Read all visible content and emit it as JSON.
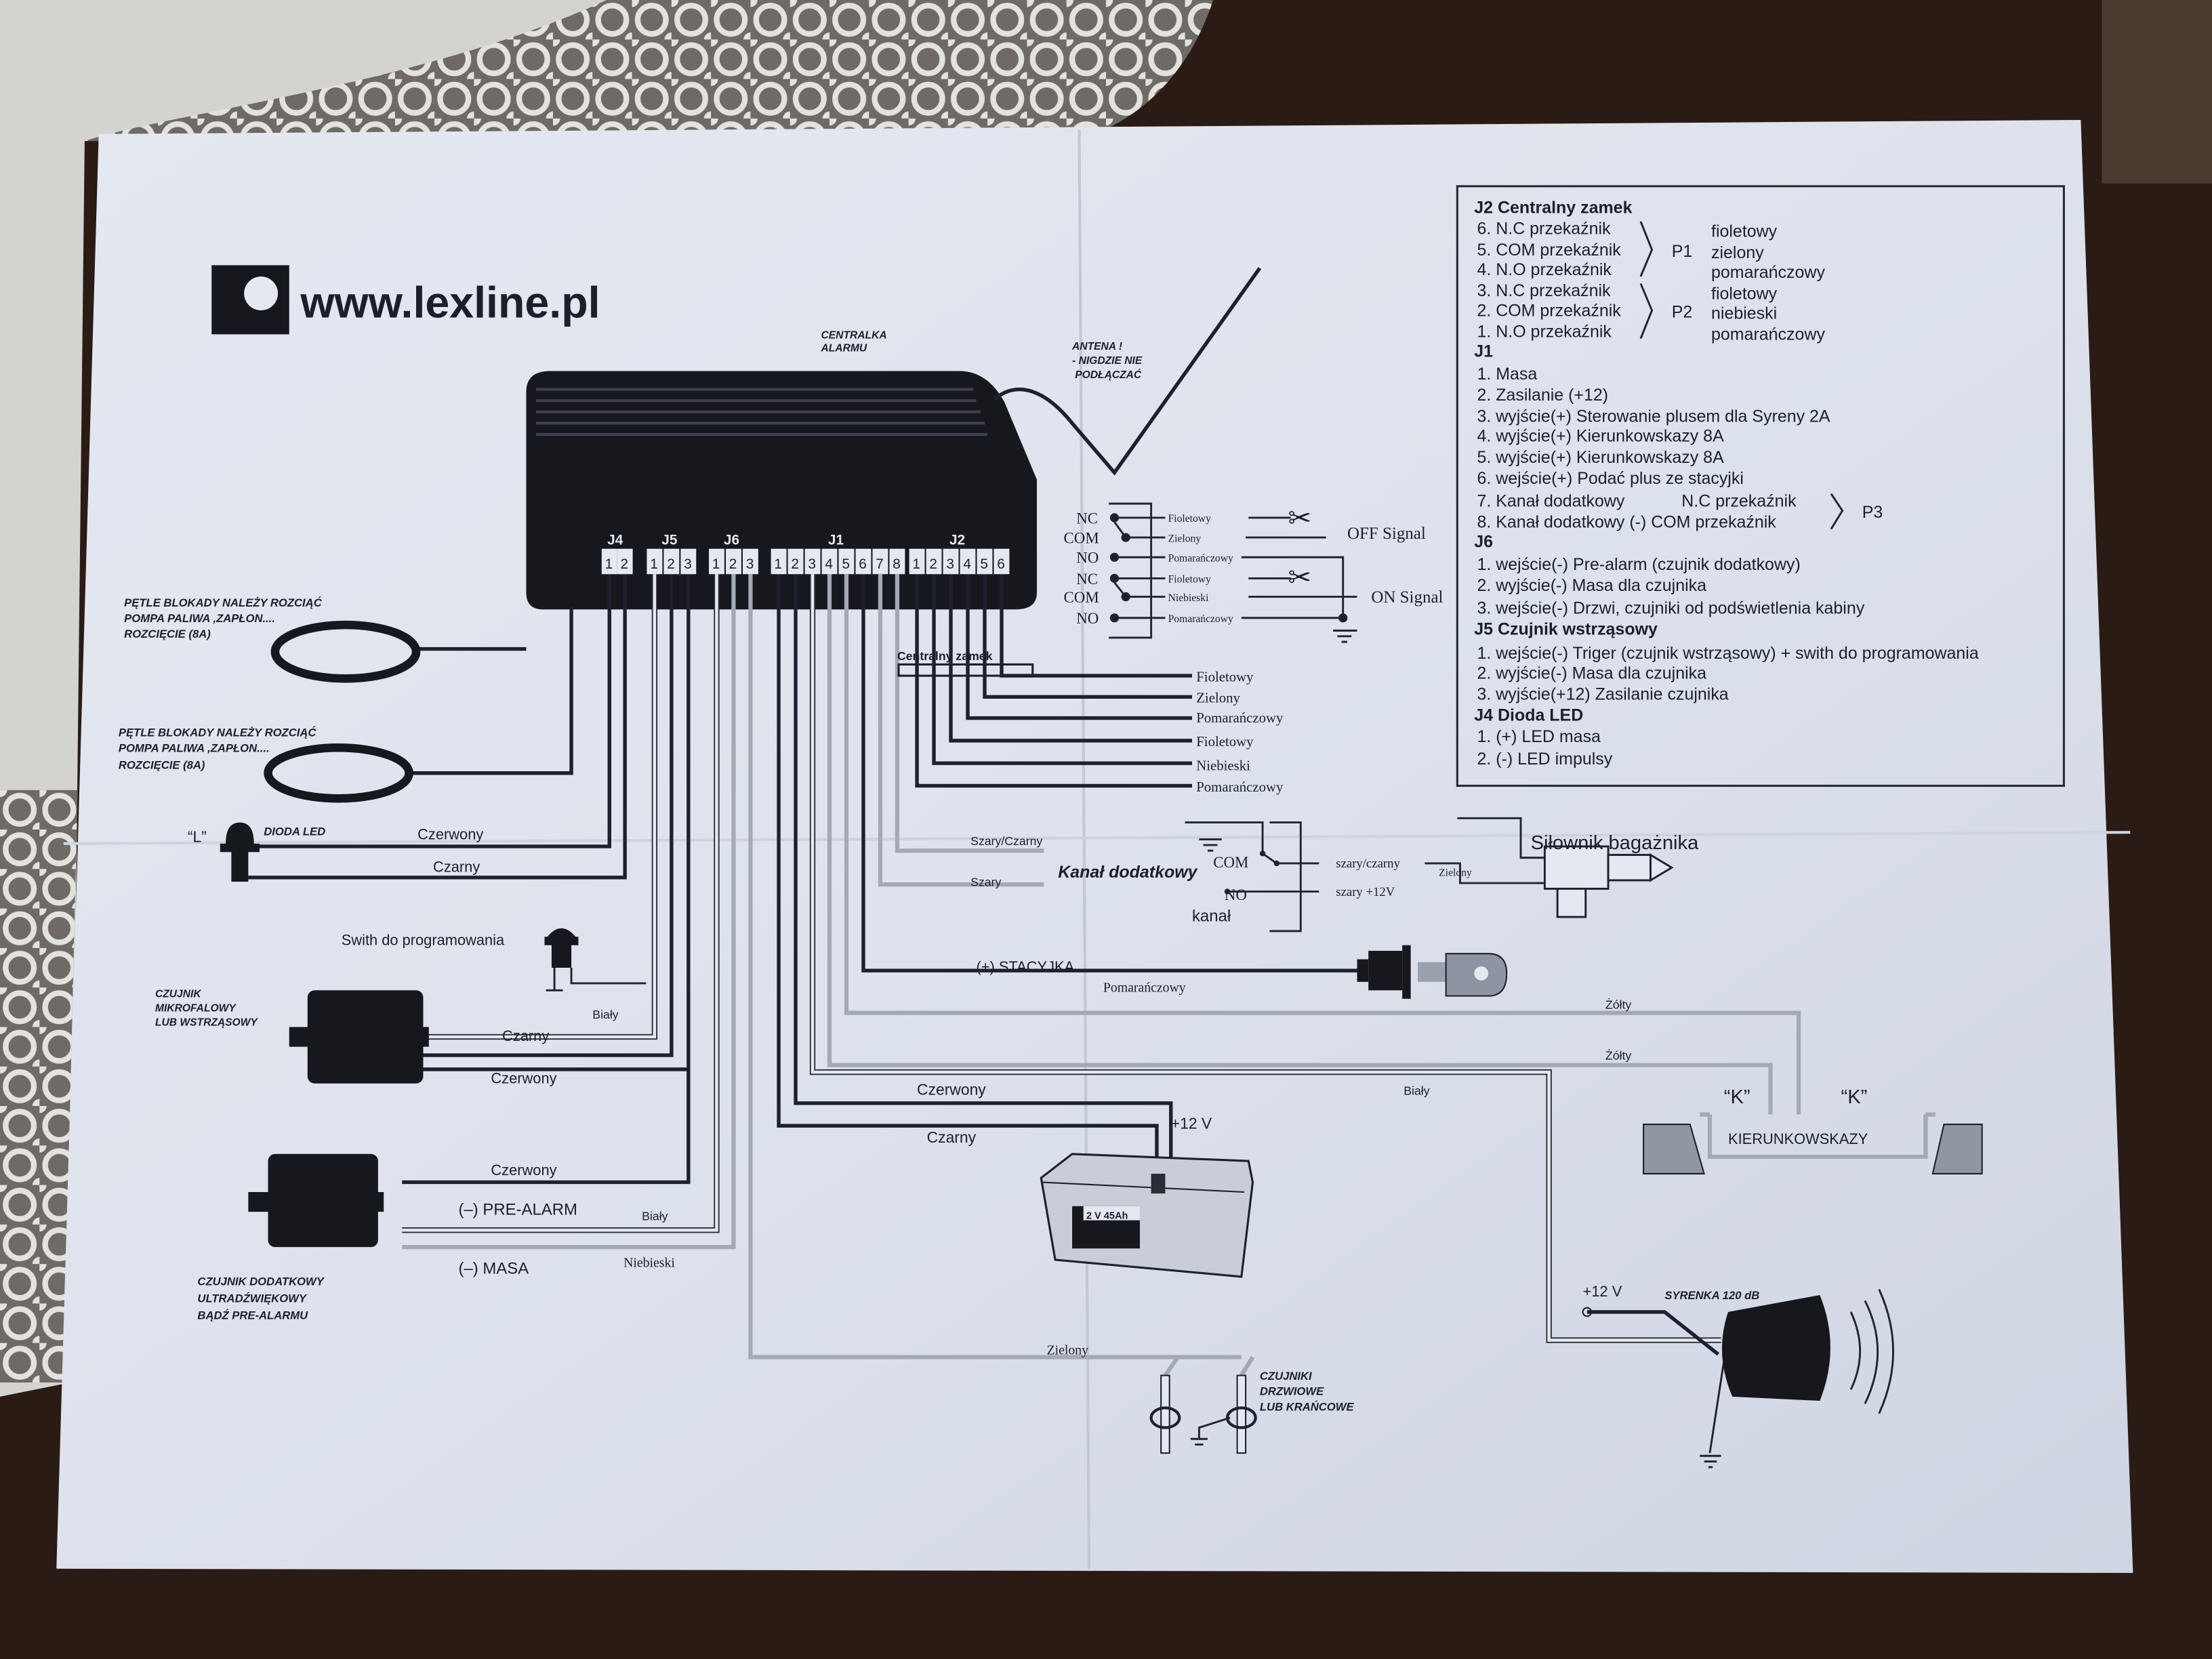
{
  "logo": {
    "text": "www.lexline.pl"
  },
  "unit": {
    "label": [
      "CENTRALKA",
      "ALARMU"
    ]
  },
  "antenna": {
    "label": [
      "ANTENA !",
      "- NIGDZIE NIE",
      "PODŁĄCZAĆ"
    ]
  },
  "connectors": {
    "J4": {
      "name": "J4",
      "pins": [
        "1",
        "2"
      ]
    },
    "J5": {
      "name": "J5",
      "pins": [
        "1",
        "2",
        "3"
      ]
    },
    "J6": {
      "name": "J6",
      "pins": [
        "1",
        "2",
        "3"
      ]
    },
    "J1": {
      "name": "J1",
      "pins": [
        "1",
        "2",
        "3",
        "4",
        "5",
        "6",
        "7",
        "8"
      ]
    },
    "J2": {
      "name": "J2",
      "pins": [
        "1",
        "2",
        "3",
        "4",
        "5",
        "6"
      ]
    }
  },
  "loops": [
    {
      "lines": [
        "PĘTLE BLOKADY NALEŻY ROZCIĄĆ",
        "POMPA PALIWA ,ZAPŁON....",
        "ROZCIĘCIE (8A)"
      ]
    },
    {
      "lines": [
        "PĘTLE BLOKADY NALEŻY ROZCIĄĆ",
        "POMPA PALIWA ,ZAPŁON....",
        "ROZCIĘCIE (8A)"
      ]
    }
  ],
  "relay": {
    "contacts": [
      "NC",
      "COM",
      "NO",
      "NC",
      "COM",
      "NO"
    ],
    "wires": [
      "Fioletowy",
      "Zielony",
      "Pomarańczowy",
      "Fioletowy",
      "Niebieski",
      "Pomarańczowy"
    ],
    "off_signal": "OFF Signal",
    "on_signal": "ON Signal"
  },
  "central_lock": {
    "label": "Centralny zamek",
    "wires": [
      "Fioletowy",
      "Zielony",
      "Pomarańczowy",
      "Fioletowy",
      "Niebieski",
      "Pomarańczowy"
    ]
  },
  "led": {
    "mark": "“L”",
    "label": "DIODA  LED",
    "wire_red": "Czerwony",
    "wire_black": "Czarny"
  },
  "prog_switch": {
    "label": "Swith do programowania"
  },
  "sensor_shock": {
    "label": [
      "CZUJNIK",
      "MIKROFALOWY",
      "LUB WSTRZĄSOWY"
    ],
    "wire_white": "Biały",
    "wire_black": "Czarny",
    "wire_red": "Czerwony"
  },
  "sensor_extra": {
    "label": [
      "CZUJNIK DODATKOWY",
      "ULTRADŹWIĘKOWY",
      "BĄDŹ PRE-ALARMU"
    ],
    "wire_red": "Czerwony",
    "prealarm": "(–) PRE-ALARM",
    "wire_white": "Biały",
    "masa": "(–) MASA",
    "wire_blue": "Niebieski"
  },
  "aux_channel": {
    "wire_grey_black": "Szary/Czarny",
    "wire_grey": "Szary",
    "title": "Kanał dodatkowy",
    "com": "COM",
    "no": "NO",
    "kanal": "kanał",
    "out_grey_black": "szary/czarny",
    "out_grey_12v": "szary +12V",
    "wire_green": "Zielony",
    "actuator": "Siłownik bagażnika"
  },
  "ignition": {
    "label": "(+) STACYJKA",
    "wire": "Pomarańczowy"
  },
  "indicators": {
    "wire1": "Żółty",
    "wire2": "Żółty",
    "k_left": "“K”",
    "k_right": "“K”",
    "label": "KIERUNKOWSKAZY"
  },
  "siren_wire": {
    "label": "Biały"
  },
  "battery": {
    "wire_red": "Czerwony",
    "wire_black": "Czarny",
    "plus": "+12 V",
    "badge": "2 V 45Ah"
  },
  "siren": {
    "plus": "+12 V",
    "label": "SYRENKA 120 dB"
  },
  "doors": {
    "wire": "Zielony",
    "label": [
      "CZUJNIKI",
      "DRZWIOWE",
      "LUB KRAŃCOWE"
    ]
  },
  "legend": {
    "rows": [
      {
        "text": "J2 Centralny zamek",
        "bold": true
      },
      {
        "text": "6. N.C przekaźnik",
        "color": "fioletowy"
      },
      {
        "text": "5. COM przekaźnik",
        "color": "zielony"
      },
      {
        "text": "4. N.O przekaźnik",
        "color": "pomarańczowy"
      },
      {
        "text": "3. N.C przekaźnik",
        "color": "fioletowy"
      },
      {
        "text": "2. COM przekaźnik",
        "color": "niebieski"
      },
      {
        "text": "1. N.O przekaźnik",
        "color": "pomarańczowy"
      },
      {
        "text": "J1",
        "bold": true
      },
      {
        "text": "1. Masa"
      },
      {
        "text": "2. Zasilanie (+12)"
      },
      {
        "text": "3. wyjście(+) Sterowanie plusem dla Syreny 2A"
      },
      {
        "text": "4. wyjście(+) Kierunkowskazy 8A"
      },
      {
        "text": "5. wyjście(+) Kierunkowskazy 8A"
      },
      {
        "text": "6. wejście(+) Podać plus  ze stacyjki"
      },
      {
        "text": "7. Kanał dodatkowy",
        "extra": "N.C przekaźnik"
      },
      {
        "text": "8. Kanał dodatkowy (-) COM przekaźnik"
      },
      {
        "text": "J6",
        "bold": true
      },
      {
        "text": "1. wejście(-) Pre-alarm (czujnik dodatkowy)"
      },
      {
        "text": "2. wyjście(-) Masa dla czujnika"
      },
      {
        "text": "3. wejście(-) Drzwi, czujniki od podświetlenia kabiny"
      },
      {
        "text": "J5 Czujnik wstrząsowy",
        "bold": true
      },
      {
        "text": "1. wejście(-) Triger (czujnik wstrząsowy) + swith do programowania"
      },
      {
        "text": "2. wyjście(-) Masa dla czujnika"
      },
      {
        "text": "3. wyjście(+12) Zasilanie czujnika"
      },
      {
        "text": "J4 Dioda LED",
        "bold": true
      },
      {
        "text": "1. (+) LED masa"
      },
      {
        "text": "2. (-) LED impulsy"
      }
    ],
    "groups": [
      "P1",
      "P2",
      "P3"
    ]
  },
  "colors": {
    "paper": "#dde2ec",
    "ink": "#1c1f2a",
    "background": "#2a1a14",
    "lace": "#d6d7d3"
  }
}
